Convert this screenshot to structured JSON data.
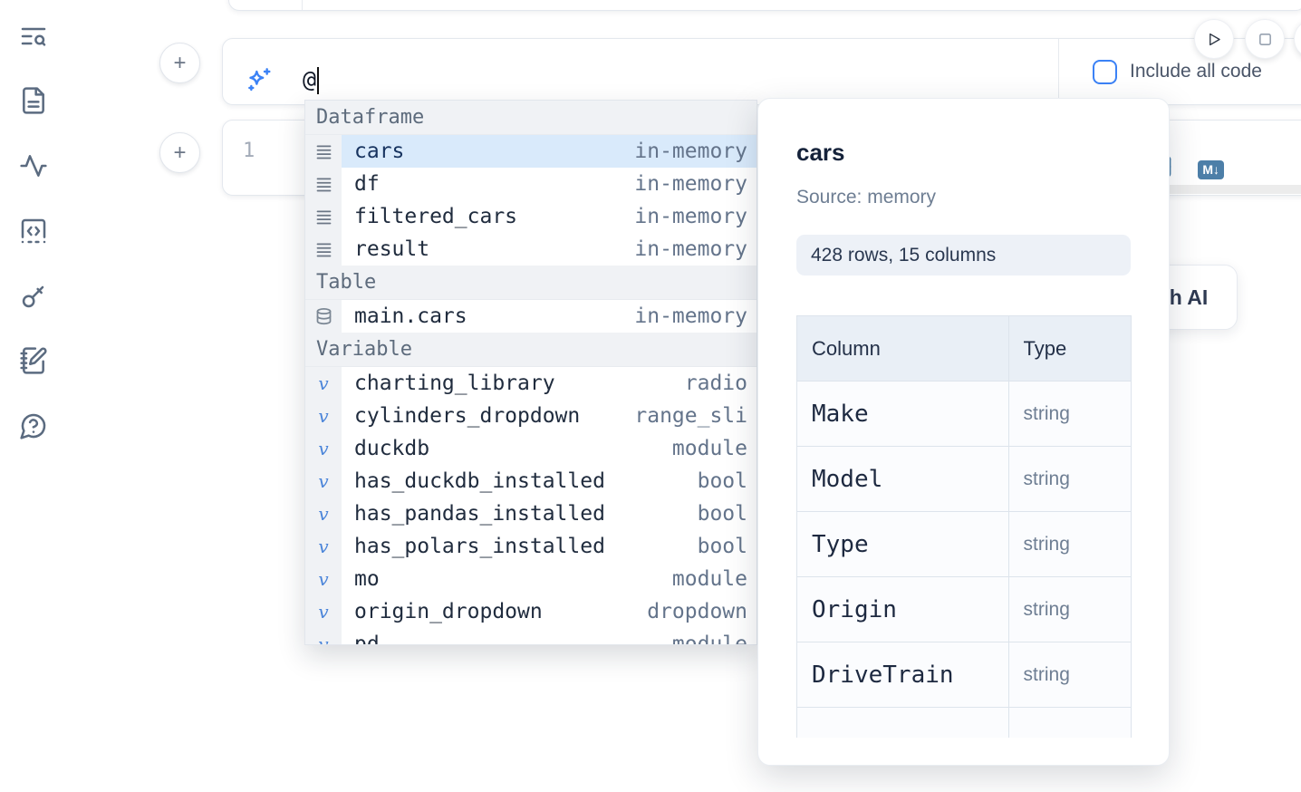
{
  "colors": {
    "accent_blue": "#3b82f6",
    "icon_steel_blue": "#4d7fa8",
    "selection_bg": "#d9eafb",
    "sidebar_icon": "#5b6b80",
    "muted_text": "#64748b"
  },
  "sidebar": {
    "items": [
      {
        "icon": "table-of-contents-search-icon"
      },
      {
        "icon": "document-icon"
      },
      {
        "icon": "activity-icon"
      },
      {
        "icon": "code-snippets-icon"
      },
      {
        "icon": "keys-icon"
      },
      {
        "icon": "scratchpad-icon"
      },
      {
        "icon": "help-icon"
      }
    ]
  },
  "add_cell": {
    "label": "+"
  },
  "ai_input": {
    "value": "@",
    "include_all_code_label": "Include all code",
    "include_all_code_checked": false
  },
  "code_cell": {
    "line_number": "1",
    "markdown_icon_label": "M↓"
  },
  "ai_gen_button": {
    "label": "Generate with AI"
  },
  "autocomplete": {
    "sections": [
      {
        "label": "Dataframe",
        "items": [
          {
            "icon": "dataframe-icon",
            "name": "cars",
            "type": "in-memory",
            "selected": true
          },
          {
            "icon": "dataframe-icon",
            "name": "df",
            "type": "in-memory",
            "selected": false
          },
          {
            "icon": "dataframe-icon",
            "name": "filtered_cars",
            "type": "in-memory",
            "selected": false
          },
          {
            "icon": "dataframe-icon",
            "name": "result",
            "type": "in-memory",
            "selected": false
          }
        ]
      },
      {
        "label": "Table",
        "items": [
          {
            "icon": "database-icon",
            "name": "main.cars",
            "type": "in-memory",
            "selected": false
          }
        ]
      },
      {
        "label": "Variable",
        "items": [
          {
            "icon": "variable-icon",
            "name": "charting_library",
            "type": "radio",
            "selected": false
          },
          {
            "icon": "variable-icon",
            "name": "cylinders_dropdown",
            "type": "range_sli",
            "selected": false
          },
          {
            "icon": "variable-icon",
            "name": "duckdb",
            "type": "module",
            "selected": false
          },
          {
            "icon": "variable-icon",
            "name": "has_duckdb_installed",
            "type": "bool",
            "selected": false
          },
          {
            "icon": "variable-icon",
            "name": "has_pandas_installed",
            "type": "bool",
            "selected": false
          },
          {
            "icon": "variable-icon",
            "name": "has_polars_installed",
            "type": "bool",
            "selected": false
          },
          {
            "icon": "variable-icon",
            "name": "mo",
            "type": "module",
            "selected": false
          },
          {
            "icon": "variable-icon",
            "name": "origin_dropdown",
            "type": "dropdown",
            "selected": false
          },
          {
            "icon": "variable-icon",
            "name": "pd",
            "type": "module",
            "selected": false
          }
        ]
      }
    ]
  },
  "preview": {
    "title": "cars",
    "source": "Source: memory",
    "shape_badge": "428 rows, 15 columns",
    "table": {
      "headers": [
        "Column",
        "Type"
      ],
      "rows": [
        {
          "column": "Make",
          "type": "string"
        },
        {
          "column": "Model",
          "type": "string"
        },
        {
          "column": "Type",
          "type": "string"
        },
        {
          "column": "Origin",
          "type": "string"
        },
        {
          "column": "DriveTrain",
          "type": "string"
        },
        {
          "column": "",
          "type": ""
        }
      ]
    }
  }
}
